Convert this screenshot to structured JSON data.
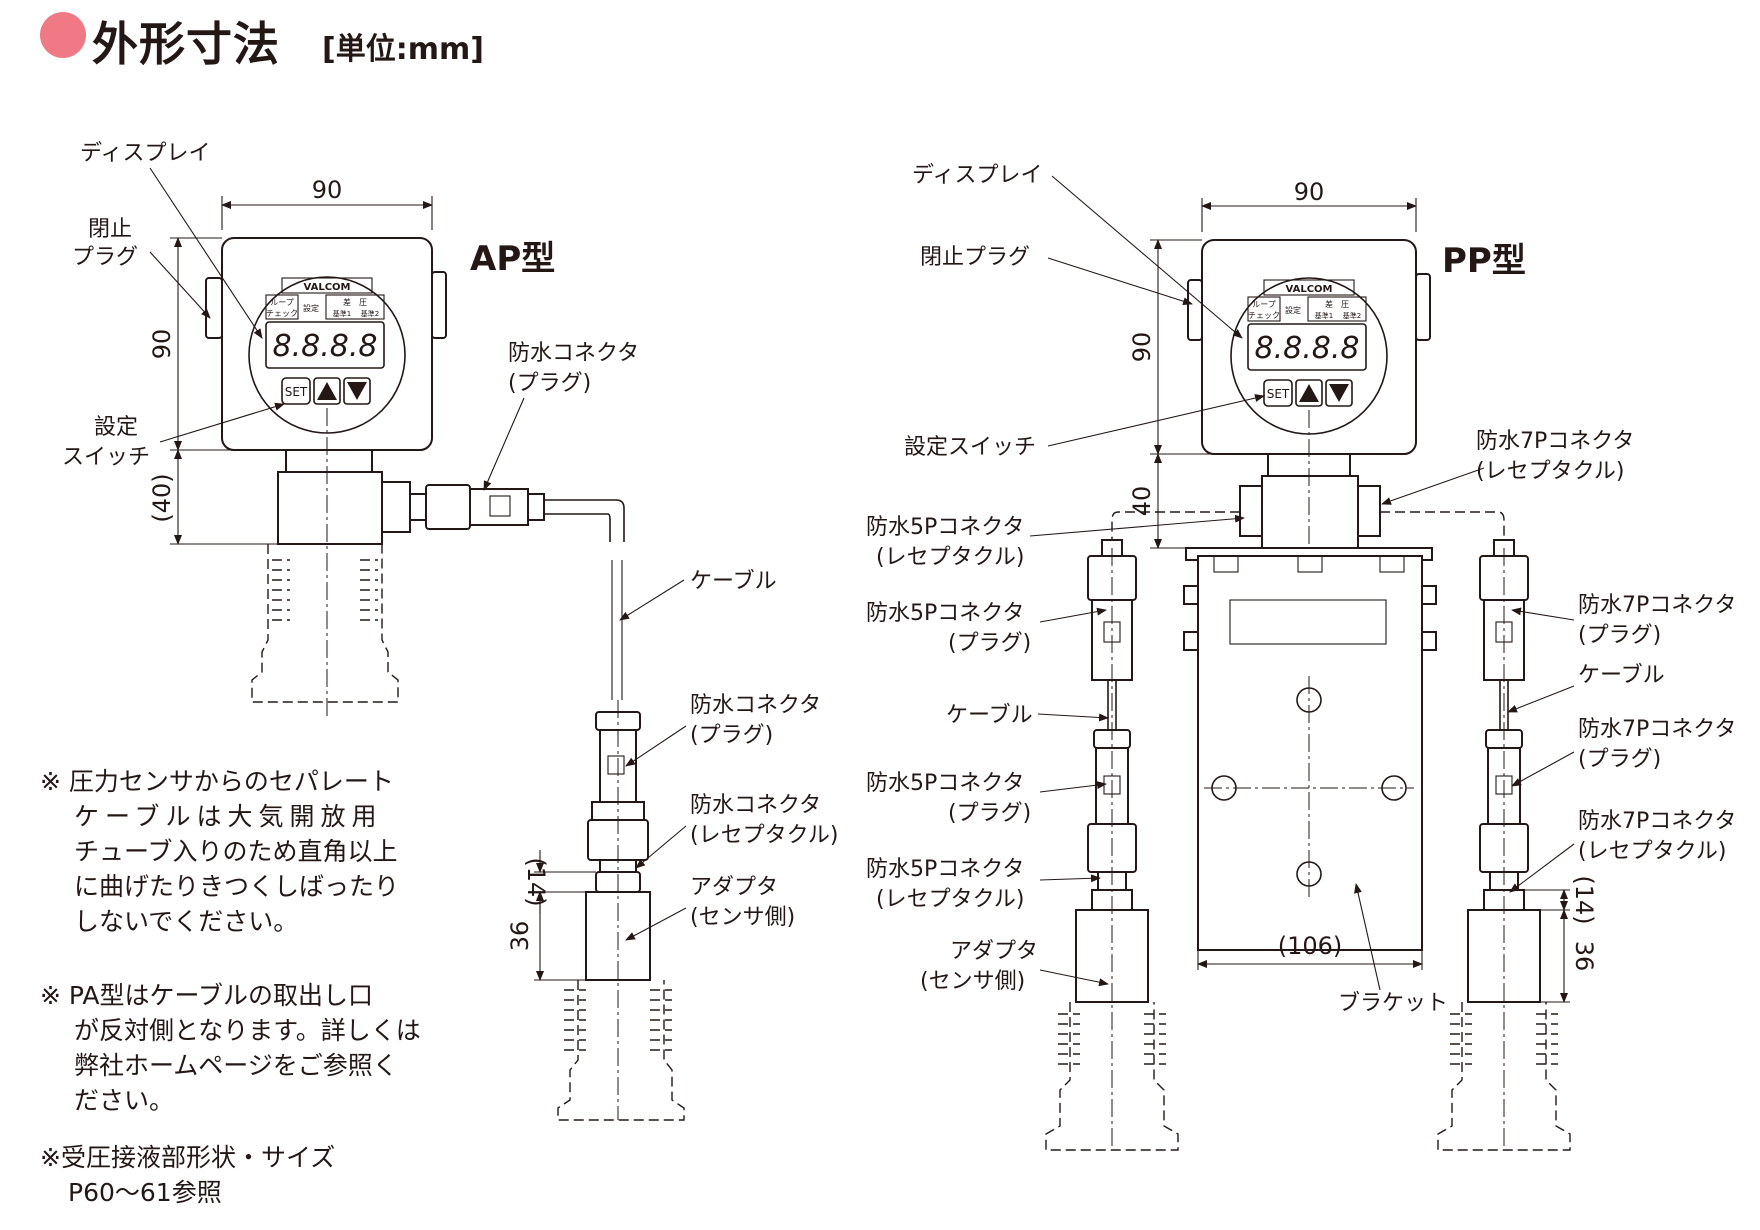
{
  "header": {
    "title": "外形寸法",
    "unit": "[単位:mm]"
  },
  "ap": {
    "model": "AP型",
    "display_label": "ディスプレイ",
    "plug_label_1": "閉止",
    "plug_label_2": "プラグ",
    "switch_label_1": "設定",
    "switch_label_2": "スイッチ",
    "dim_width": "90",
    "dim_height": "90",
    "dim_neck": "(40)",
    "dim_14": "(14)",
    "dim_36": "36",
    "connector_plug_1": "防水コネクタ",
    "connector_plug_2": "(プラグ)",
    "cable": "ケーブル",
    "connector_plug2_1": "防水コネクタ",
    "connector_plug2_2": "(プラグ)",
    "receptacle_1": "防水コネクタ",
    "receptacle_2": "(レセプタクル)",
    "adapter_1": "アダプタ",
    "adapter_2": "(センサ側)"
  },
  "pp": {
    "model": "PP型",
    "display_label": "ディスプレイ",
    "plug_label": "閉止プラグ",
    "switch_label": "設定スイッチ",
    "dim_width": "90",
    "dim_height": "90",
    "dim_neck": "40",
    "dim_bracket": "(106)",
    "dim_14": "(14)",
    "dim_36": "36",
    "left_rec5_1": "防水5Pコネクタ",
    "left_rec5_2": "(レセプタクル)",
    "left_plug5_1": "防水5Pコネクタ",
    "left_plug5_2": "(プラグ)",
    "left_cable": "ケーブル",
    "left_plug5b_1": "防水5Pコネクタ",
    "left_plug5b_2": "(プラグ)",
    "left_rec5b_1": "防水5Pコネクタ",
    "left_rec5b_2": "(レセプタクル)",
    "left_adapter_1": "アダプタ",
    "left_adapter_2": "(センサ側)",
    "right_rec7_1": "防水7Pコネクタ",
    "right_rec7_2": "(レセプタクル)",
    "right_plug7_1": "防水7Pコネクタ",
    "right_plug7_2": "(プラグ)",
    "right_cable": "ケーブル",
    "right_plug7b_1": "防水7Pコネクタ",
    "right_plug7b_2": "(プラグ)",
    "right_rec7b_1": "防水7Pコネクタ",
    "right_rec7b_2": "(レセプタクル)",
    "bracket": "ブラケット"
  },
  "device": {
    "brand": "VALCOM",
    "btn_loop": "ループ",
    "btn_check": "チェック",
    "btn_set_label": "設定",
    "btn_pressure": "差　圧",
    "btn_sub1": "基準1",
    "btn_sub2": "基準2",
    "digits": "8.8.8.8",
    "set_key": "SET"
  },
  "notes": {
    "note1_line1": "※ 圧力センサからのセパレート",
    "note1_line2": "ケーブルは大気開放用",
    "note1_line3": "チューブ入りのため直角以上",
    "note1_line4": "に曲げたりきつくしばったり",
    "note1_line5": "しないでください。",
    "note2_line1": "※ PA型はケーブルの取出し口",
    "note2_line2": "が反対側となります。詳しくは",
    "note2_line3": "弊社ホームページをご参照く",
    "note2_line4": "ださい。",
    "note3_line1": "※受圧接液部形状・サイズ",
    "note3_line2": "P60～61参照"
  }
}
